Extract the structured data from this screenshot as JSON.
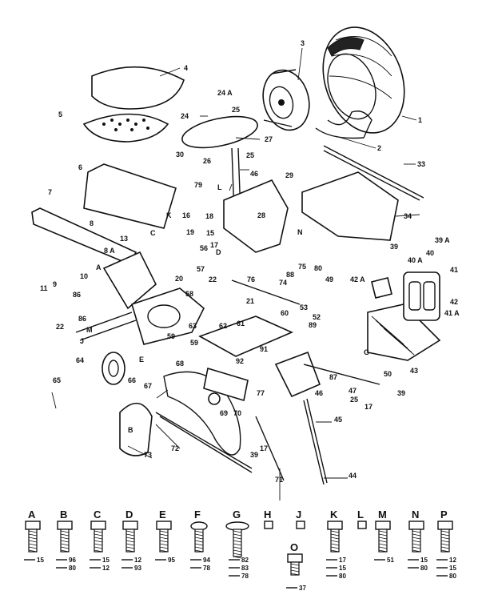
{
  "callouts": [
    {
      "id": "c1",
      "text": "1"
    },
    {
      "id": "c2",
      "text": "2"
    },
    {
      "id": "c3",
      "text": "3"
    },
    {
      "id": "c4",
      "text": "4"
    },
    {
      "id": "c5",
      "text": "5"
    },
    {
      "id": "c6",
      "text": "6"
    },
    {
      "id": "c7",
      "text": "7"
    },
    {
      "id": "c8",
      "text": "8"
    },
    {
      "id": "c8a",
      "text": "8 A"
    },
    {
      "id": "c9",
      "text": "9"
    },
    {
      "id": "c10",
      "text": "10"
    },
    {
      "id": "c11",
      "text": "11"
    },
    {
      "id": "c13",
      "text": "13"
    },
    {
      "id": "c15a",
      "text": "15"
    },
    {
      "id": "c16",
      "text": "16"
    },
    {
      "id": "c17a",
      "text": "17"
    },
    {
      "id": "c17b",
      "text": "17"
    },
    {
      "id": "c17c",
      "text": "17"
    },
    {
      "id": "c18",
      "text": "18"
    },
    {
      "id": "c19",
      "text": "19"
    },
    {
      "id": "c20",
      "text": "20"
    },
    {
      "id": "c21",
      "text": "21"
    },
    {
      "id": "c22a",
      "text": "22"
    },
    {
      "id": "c22b",
      "text": "22"
    },
    {
      "id": "c24",
      "text": "24"
    },
    {
      "id": "c24a",
      "text": "24 A"
    },
    {
      "id": "c25a",
      "text": "25"
    },
    {
      "id": "c25b",
      "text": "25"
    },
    {
      "id": "c25c",
      "text": "25"
    },
    {
      "id": "c26",
      "text": "26"
    },
    {
      "id": "c27",
      "text": "27"
    },
    {
      "id": "c28",
      "text": "28"
    },
    {
      "id": "c29",
      "text": "29"
    },
    {
      "id": "c30",
      "text": "30"
    },
    {
      "id": "c33",
      "text": "33"
    },
    {
      "id": "c34",
      "text": "34"
    },
    {
      "id": "c39a",
      "text": "39"
    },
    {
      "id": "c39b",
      "text": "39"
    },
    {
      "id": "c39c",
      "text": "39"
    },
    {
      "id": "c39d",
      "text": "39 A"
    },
    {
      "id": "c40",
      "text": "40"
    },
    {
      "id": "c40a",
      "text": "40 A"
    },
    {
      "id": "c41",
      "text": "41"
    },
    {
      "id": "c41a",
      "text": "41 A"
    },
    {
      "id": "c42",
      "text": "42"
    },
    {
      "id": "c42a",
      "text": "42 A"
    },
    {
      "id": "c43",
      "text": "43"
    },
    {
      "id": "c44",
      "text": "44"
    },
    {
      "id": "c45",
      "text": "45"
    },
    {
      "id": "c46a",
      "text": "46"
    },
    {
      "id": "c46b",
      "text": "46"
    },
    {
      "id": "c47",
      "text": "47"
    },
    {
      "id": "c49",
      "text": "49"
    },
    {
      "id": "c50",
      "text": "50"
    },
    {
      "id": "c52",
      "text": "52"
    },
    {
      "id": "c53",
      "text": "53"
    },
    {
      "id": "c56",
      "text": "56"
    },
    {
      "id": "c57",
      "text": "57"
    },
    {
      "id": "c58",
      "text": "58"
    },
    {
      "id": "c59a",
      "text": "59"
    },
    {
      "id": "c59b",
      "text": "59"
    },
    {
      "id": "c60",
      "text": "60"
    },
    {
      "id": "c61",
      "text": "61"
    },
    {
      "id": "c62",
      "text": "62"
    },
    {
      "id": "c63",
      "text": "63"
    },
    {
      "id": "c64",
      "text": "64"
    },
    {
      "id": "c65",
      "text": "65"
    },
    {
      "id": "c66",
      "text": "66"
    },
    {
      "id": "c67",
      "text": "67"
    },
    {
      "id": "c68",
      "text": "68"
    },
    {
      "id": "c69",
      "text": "69"
    },
    {
      "id": "c70",
      "text": "70"
    },
    {
      "id": "c71",
      "text": "71"
    },
    {
      "id": "c72",
      "text": "72"
    },
    {
      "id": "c73",
      "text": "73"
    },
    {
      "id": "c74",
      "text": "74"
    },
    {
      "id": "c75",
      "text": "75"
    },
    {
      "id": "c76",
      "text": "76"
    },
    {
      "id": "c77",
      "text": "77"
    },
    {
      "id": "c79",
      "text": "79"
    },
    {
      "id": "c80",
      "text": "80"
    },
    {
      "id": "c86a",
      "text": "86"
    },
    {
      "id": "c86b",
      "text": "86"
    },
    {
      "id": "c87",
      "text": "87"
    },
    {
      "id": "c88",
      "text": "88"
    },
    {
      "id": "c89",
      "text": "89"
    },
    {
      "id": "c91",
      "text": "91"
    },
    {
      "id": "c92",
      "text": "92"
    },
    {
      "id": "lA",
      "text": "A"
    },
    {
      "id": "lB",
      "text": "B"
    },
    {
      "id": "lC",
      "text": "C"
    },
    {
      "id": "lE",
      "text": "E"
    },
    {
      "id": "lG",
      "text": "G"
    },
    {
      "id": "lJ",
      "text": "J"
    },
    {
      "id": "lK",
      "text": "K"
    },
    {
      "id": "lL",
      "text": "L"
    },
    {
      "id": "lM",
      "text": "M"
    },
    {
      "id": "lN",
      "text": "N"
    },
    {
      "id": "lD",
      "text": "D"
    }
  ],
  "hardware_key": [
    {
      "letter": "A",
      "parts": [
        "15"
      ]
    },
    {
      "letter": "B",
      "parts": [
        "96",
        "80"
      ]
    },
    {
      "letter": "C",
      "parts": [
        "15",
        "12"
      ]
    },
    {
      "letter": "D",
      "parts": [
        "12",
        "93"
      ]
    },
    {
      "letter": "E",
      "parts": [
        "95"
      ]
    },
    {
      "letter": "F",
      "parts": [
        "94",
        "78"
      ]
    },
    {
      "letter": "G",
      "parts": [
        "82",
        "83",
        "78"
      ]
    },
    {
      "letter": "H",
      "parts": []
    },
    {
      "letter": "J",
      "parts": []
    },
    {
      "letter": "O",
      "parts": [
        "37"
      ]
    },
    {
      "letter": "K",
      "parts": [
        "17",
        "15",
        "80"
      ]
    },
    {
      "letter": "L",
      "parts": []
    },
    {
      "letter": "M",
      "parts": [
        "51"
      ]
    },
    {
      "letter": "N",
      "parts": [
        "15",
        "80"
      ]
    },
    {
      "letter": "P",
      "parts": [
        "12",
        "15",
        "80"
      ]
    }
  ]
}
